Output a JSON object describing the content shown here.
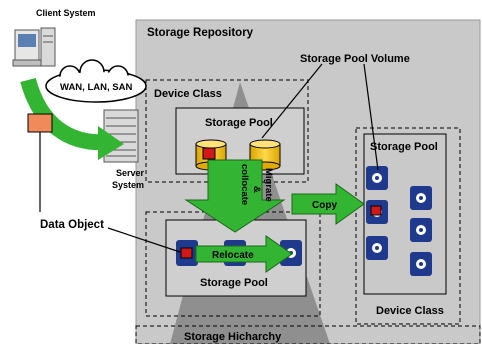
{
  "labels": {
    "client_system": "Client System",
    "storage_repository": "Storage Repository",
    "storage_pool_volume": "Storage Pool Volume",
    "device_class_top": "Device Class",
    "storage_pool_top": "Storage Pool",
    "network_cloud": "WAN, LAN, SAN",
    "server_system_line1": "Server",
    "server_system_line2": "System",
    "storage_pool_right": "Storage Pool",
    "migrate_line1": "Migrate",
    "migrate_line2": "&",
    "migrate_line3": "collocate",
    "copy": "Copy",
    "data_object": "Data Object",
    "relocate": "Relocate",
    "storage_pool_bottom": "Storage Pool",
    "device_class_right": "Device Class",
    "storage_hierarchy": "Storage Hicharchy"
  },
  "colors": {
    "repository_bg": "#c9c9c9",
    "pyramid": "#8f8f8f",
    "arrow_green": "#33b533",
    "disk_blue": "#1f3a8c",
    "cylinder_yellow": "#f2c200",
    "data_red": "#d01818",
    "data_object_orange": "#f08a5a"
  }
}
